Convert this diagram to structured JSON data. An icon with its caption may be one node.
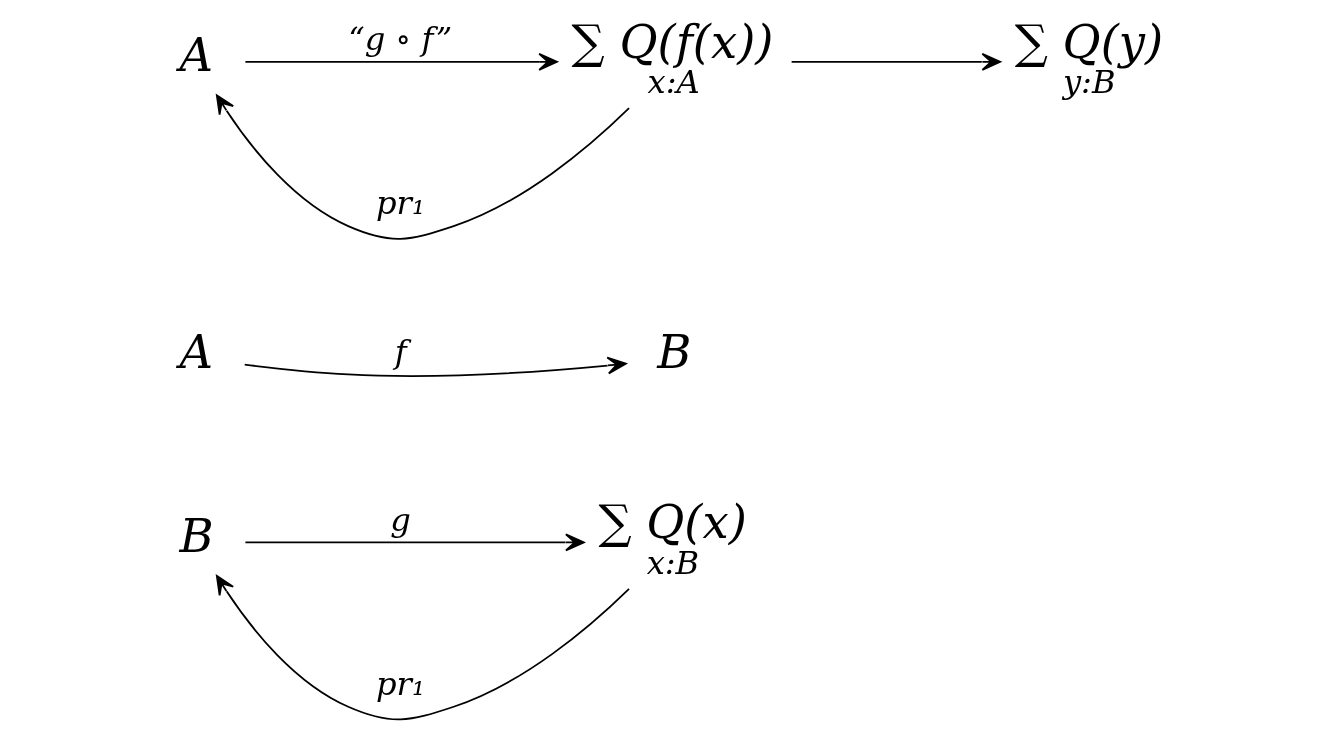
{
  "diagram": {
    "nodes": [
      {
        "text": [
          "B"
        ]
      },
      {
        "text": [
          "∑ Q(x)",
          "x:B"
        ]
      },
      {
        "text": [
          "A"
        ]
      },
      {
        "text": [
          "B"
        ]
      },
      {
        "text": [
          "A"
        ]
      },
      {
        "text": [
          "∑ Q(f(x))",
          "x:A"
        ]
      },
      {
        "text": [
          "∑ Q(y)",
          "y:B"
        ]
      }
    ],
    "edges": [
      {
        "from": 1,
        "to": 0,
        "arrow": "to",
        "label": "pr₁"
      },
      {
        "from": 0,
        "to": 1,
        "arrow": "to",
        "label": "g"
      },
      {
        "from": 2,
        "to": 3,
        "arrow": "to",
        "label": "f"
      },
      {
        "from": 5,
        "to": 4,
        "arrow": "to",
        "label": "pr₁"
      },
      {
        "from": 4,
        "to": 5,
        "arrow": "to",
        "label": "“g ∘ f”"
      },
      {
        "from": 5,
        "to": 6,
        "arrow": "to"
      }
    ]
  }
}
